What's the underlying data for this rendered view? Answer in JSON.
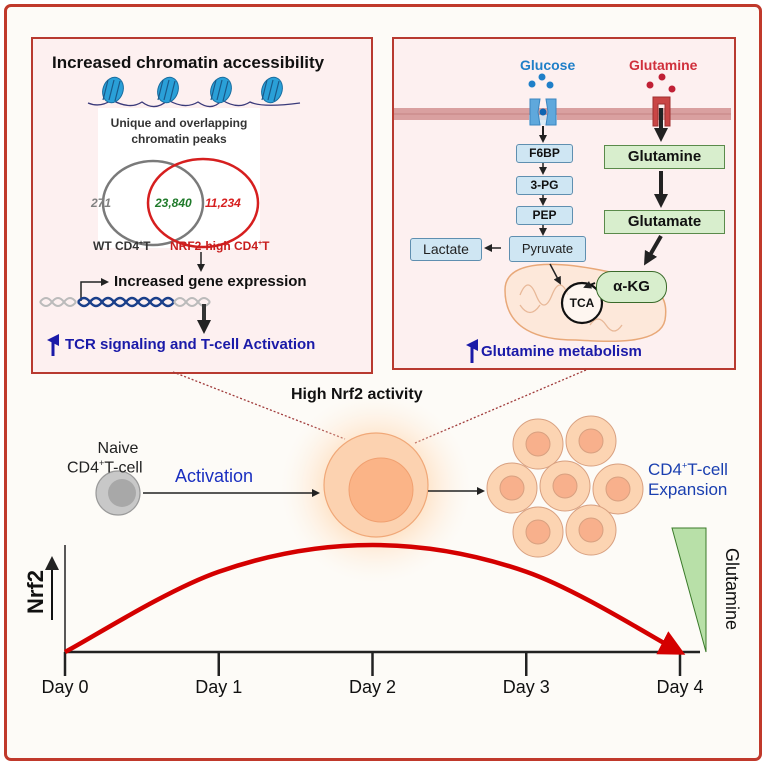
{
  "colors": {
    "frame": "#c0392b",
    "panel_border": "#b83a30",
    "panel_fill": "#fdf0f0",
    "blue_text": "#1a1aa8",
    "glucose_blue": "#1f7fc8",
    "glutamine_red": "#d0303c",
    "venn_wt": "#7a7a7a",
    "venn_nrf2": "#d61f1f",
    "overlap_green": "#1f7a2a",
    "curve_red": "#d40000",
    "green_box": "#d8eecd",
    "blue_box": "#cfe6f3",
    "cell_orange": "#f9c9a3"
  },
  "left_panel": {
    "title": "Increased chromatin accessibility",
    "venn_title_line1": "Unique and overlapping",
    "venn_title_line2": "chromatin peaks",
    "venn": {
      "wt_only": "271",
      "overlap": "23,840",
      "nrf2_only": "11,234",
      "wt_label_pre": "WT CD4",
      "wt_label_sup": "+",
      "wt_label_post": "T",
      "nrf2_label_pre": "NRF2-high CD4",
      "nrf2_label_sup": "+",
      "nrf2_label_post": "T"
    },
    "gene_expression": "Increased gene expression",
    "outcome": "TCR signaling and T-cell Activation",
    "icons": [
      "nucleosome-icon",
      "dna-helix-icon",
      "up-arrow-icon"
    ]
  },
  "right_panel": {
    "glucose_label": "Glucose",
    "glutamine_label": "Glutamine",
    "glycolysis": [
      "F6BP",
      "3-PG",
      "PEP",
      "Pyruvate"
    ],
    "lactate": "Lactate",
    "glutaminolysis": [
      "Glutamine",
      "Glutamate"
    ],
    "akg": "α-KG",
    "tca": "TCA",
    "outcome": "Glutamine metabolism",
    "icons": [
      "glucose-transporter-icon",
      "glutamine-transporter-icon",
      "mitochondrion-icon"
    ]
  },
  "middle": {
    "high_nrf2": "High Nrf2 activity",
    "naive_line1": "Naive",
    "naive_line2_pre": "CD4",
    "naive_line2_sup": "+",
    "naive_line2_post": "T-cell",
    "activation": "Activation",
    "expansion_line1_pre": "CD4",
    "expansion_line1_sup": "+",
    "expansion_line1_post": "T-cell",
    "expansion_line2": "Expansion"
  },
  "chart_data": {
    "type": "line",
    "title": "",
    "ylabel": "Nrf2",
    "xlabel": "",
    "categories": [
      "Day 0",
      "Day 1",
      "Day 2",
      "Day 3",
      "Day 4"
    ],
    "x": [
      0,
      1,
      2,
      3,
      4
    ],
    "series": [
      {
        "name": "Nrf2",
        "values": [
          0,
          0.75,
          1.0,
          0.75,
          0
        ]
      }
    ],
    "ylim": [
      0,
      1
    ],
    "grid": false,
    "side_gradient_label": "Glutamine",
    "side_gradient_direction": "decreasing toward Day 4"
  }
}
